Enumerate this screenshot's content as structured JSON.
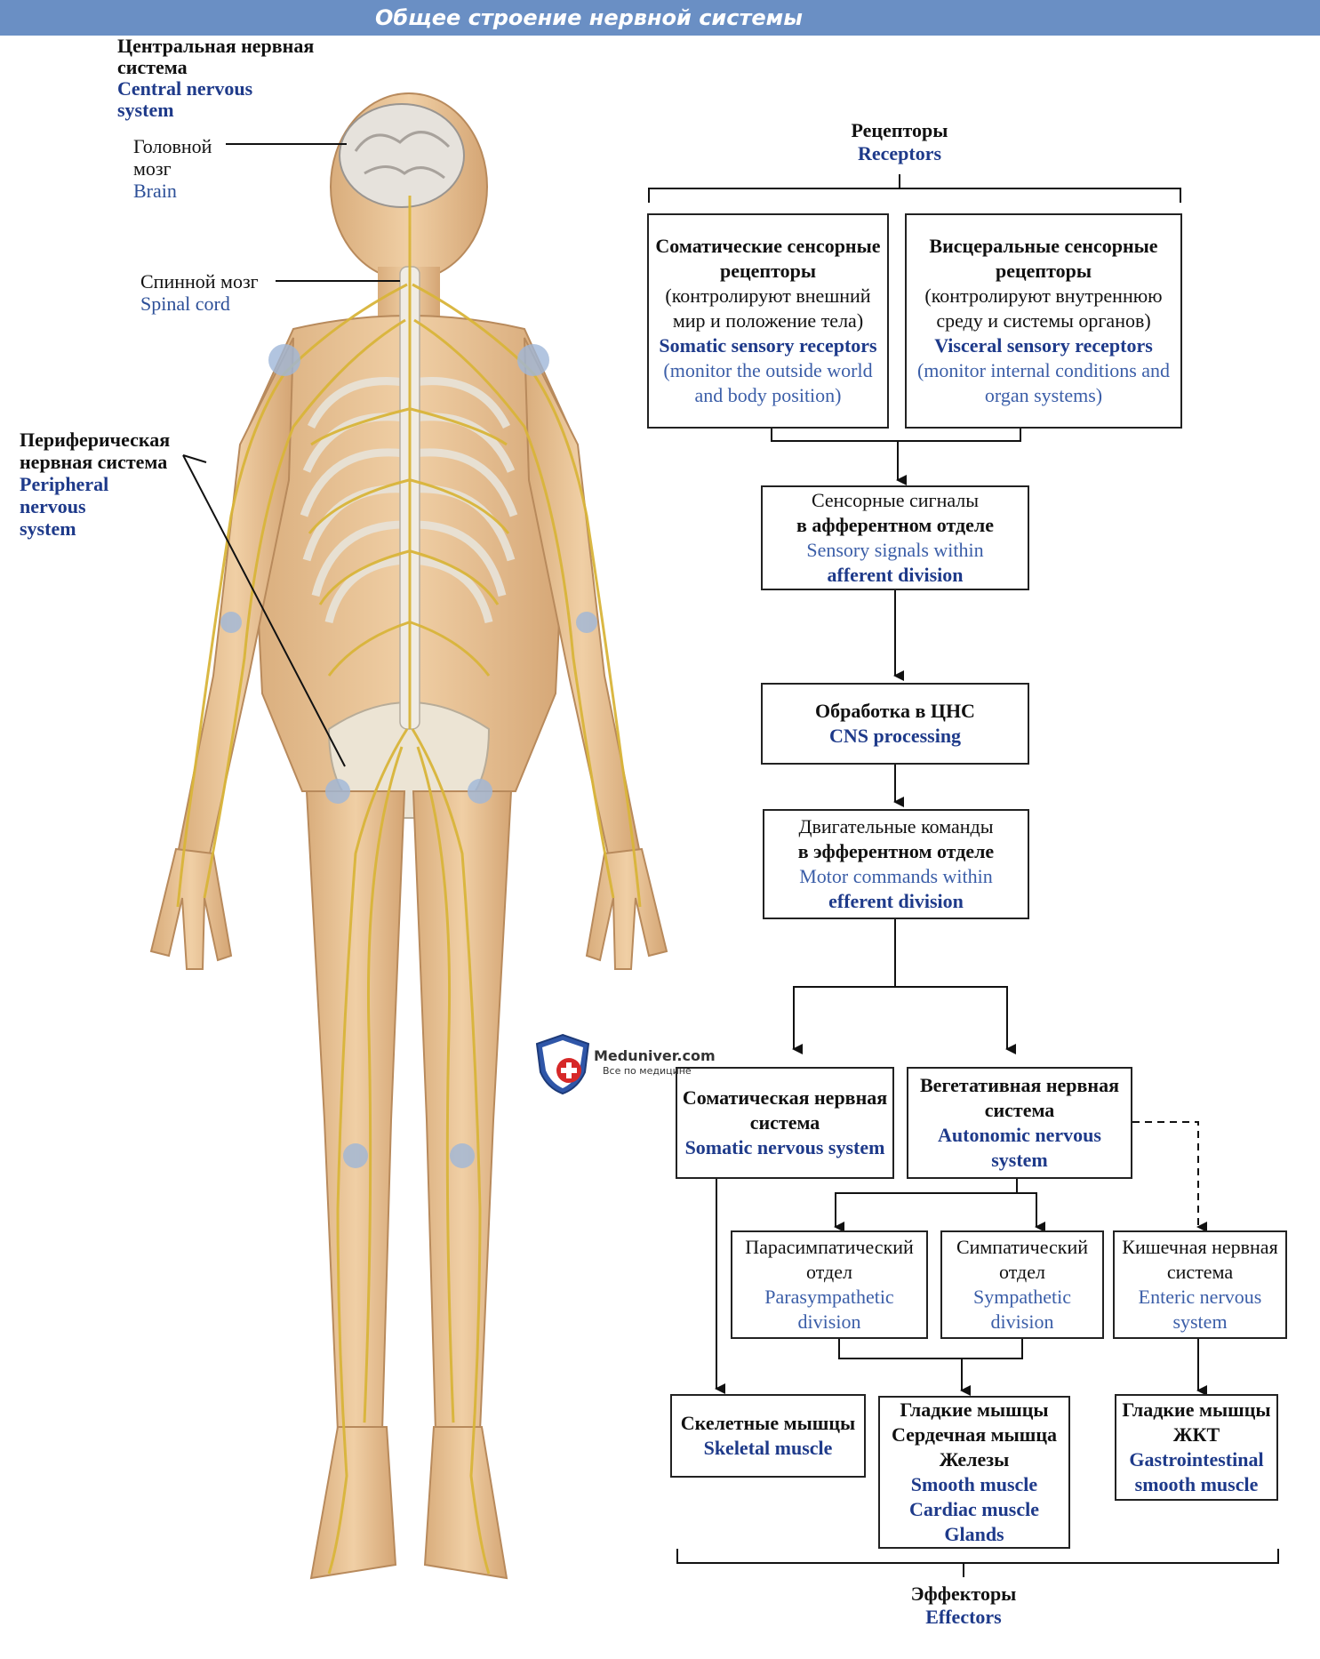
{
  "title": "Общее строение нервной системы",
  "colors": {
    "title_bar": "#6a8fc4",
    "english_text": "#1e3a8a",
    "nerves": "#d9b53a",
    "skin": "#e8c49a"
  },
  "figure_labels": {
    "cns": {
      "ru": "Центральная нервная система",
      "en": "Central nervous system"
    },
    "brain": {
      "ru": "Головной мозг",
      "en": "Brain"
    },
    "spinal": {
      "ru": "Спинной мозг",
      "en": "Spinal cord"
    },
    "pns": {
      "ru": "Периферическая нервная система",
      "en": "Peripheral nervous system"
    }
  },
  "flowchart": {
    "receptors": {
      "ru": "Рецепторы",
      "en": "Receptors"
    },
    "somatic_receptors": {
      "ru_bold": "Соматические сенсорные рецепторы",
      "ru": "(контролируют внешний мир и положение тела)",
      "en_bold": "Somatic sensory receptors",
      "en": "(monitor the outside world and body position)"
    },
    "visceral_receptors": {
      "ru_bold": "Висцеральные сенсорные рецепторы",
      "ru": "(контролируют внутреннюю среду и системы органов)",
      "en_bold": "Visceral sensory receptors",
      "en": "(monitor internal conditions and organ systems)"
    },
    "sensory_signals": {
      "ru": "Сенсорные сигналы",
      "ru_bold": "в афферентном отделе",
      "en": "Sensory signals within",
      "en_bold": "afferent division"
    },
    "cns_processing": {
      "ru_bold": "Обработка в ЦНС",
      "en_bold": "CNS processing"
    },
    "motor_commands": {
      "ru": "Двигательные команды",
      "ru_bold": "в эфферентном отделе",
      "en": "Motor commands within",
      "en_bold": "efferent division"
    },
    "somatic_ns": {
      "ru_bold": "Соматическая нервная система",
      "en_bold": "Somatic nervous system"
    },
    "autonomic_ns": {
      "ru_bold": "Вегетативная нервная система",
      "en_bold": "Autonomic nervous system"
    },
    "parasympathetic": {
      "ru": "Парасимпатический отдел",
      "en": "Parasympathetic division"
    },
    "sympathetic": {
      "ru": "Симпатический отдел",
      "en": "Sympathetic division"
    },
    "enteric": {
      "ru": "Кишечная нервная система",
      "en": "Enteric nervous system"
    },
    "skeletal": {
      "ru_bold": "Скелетные мышцы",
      "en_bold": "Skeletal muscle"
    },
    "smooth_cardiac": {
      "ru_bold": [
        "Гладкие мышцы",
        "Сердечная мышца",
        "Железы"
      ],
      "en_bold": [
        "Smooth muscle",
        "Cardiac muscle",
        "Glands"
      ]
    },
    "gi_smooth": {
      "ru_bold": "Гладкие мышцы ЖКТ",
      "en_bold": "Gastrointestinal smooth muscle"
    },
    "effectors": {
      "ru": "Эффекторы",
      "en": "Effectors"
    }
  },
  "watermark": {
    "name": "Meduniver.com",
    "tagline": "Все по медицине"
  }
}
